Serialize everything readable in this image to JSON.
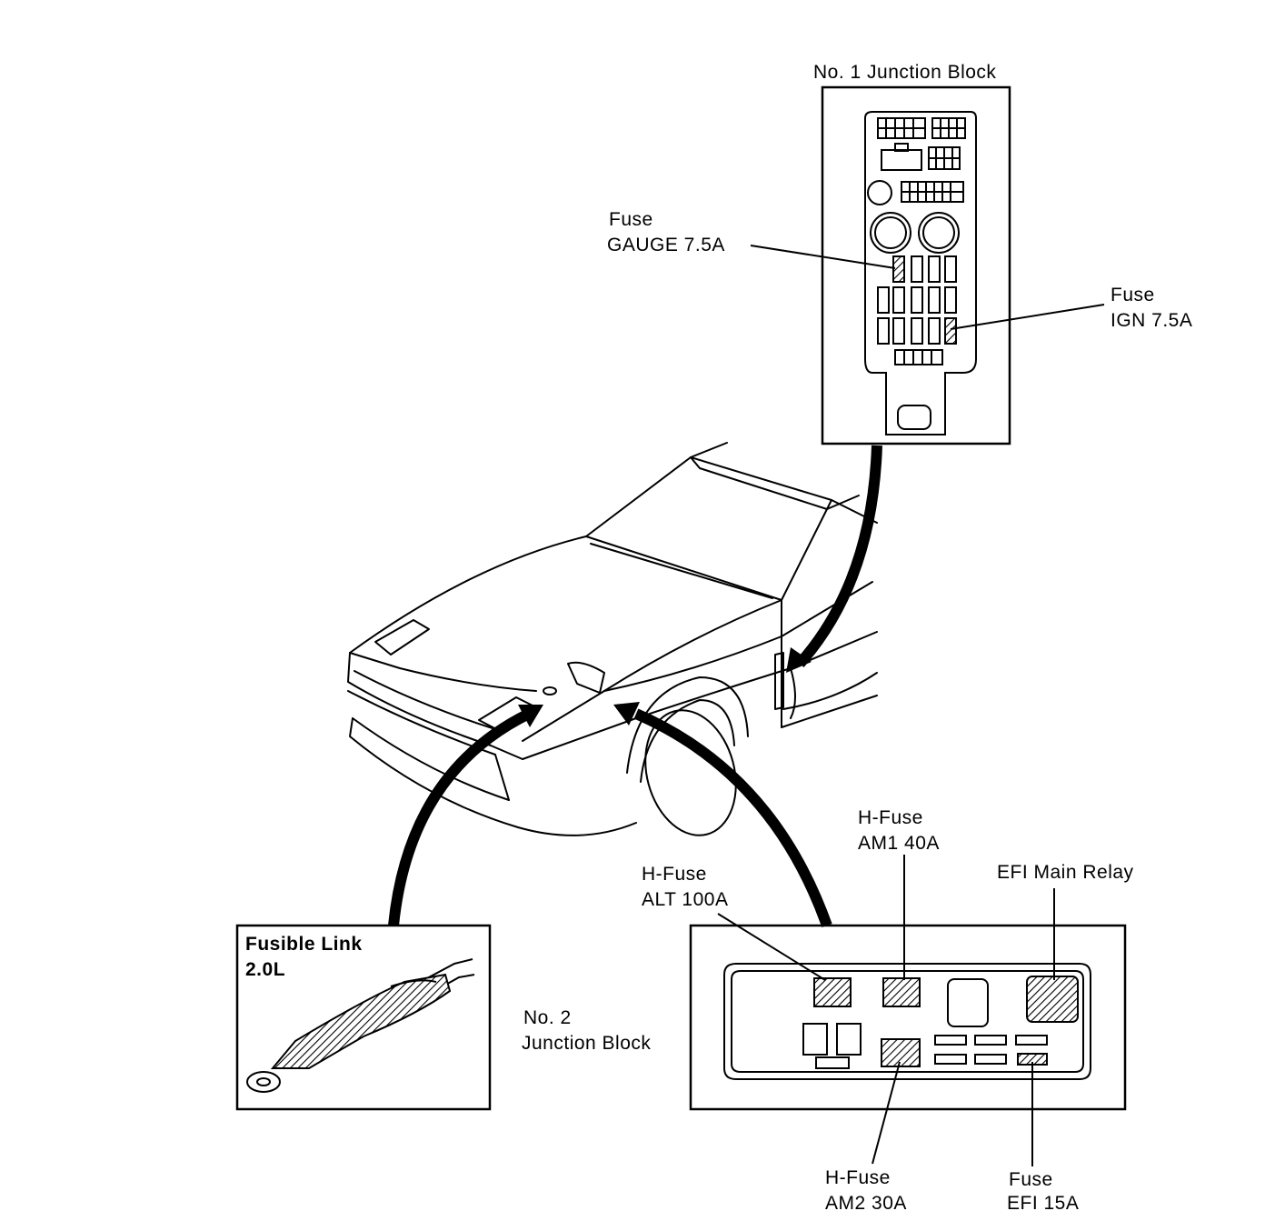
{
  "junction_block_1": {
    "title": "No. 1 Junction Block",
    "gauge_fuse": {
      "line1": "Fuse",
      "line2": "GAUGE 7.5A"
    },
    "ign_fuse": {
      "line1": "Fuse",
      "line2": "IGN 7.5A"
    }
  },
  "junction_block_2": {
    "title_line1": "No. 2",
    "title_line2": "Junction Block",
    "alt_fuse": {
      "line1": "H-Fuse",
      "line2": "ALT 100A"
    },
    "am1_fuse": {
      "line1": "H-Fuse",
      "line2": "AM1 40A"
    },
    "efi_relay": {
      "label": "EFI Main Relay"
    },
    "am2_fuse": {
      "line1": "H-Fuse",
      "line2": "AM2 30A"
    },
    "efi_fuse": {
      "line1": "Fuse",
      "line2": "EFI 15A"
    }
  },
  "fusible_link": {
    "line1": "Fusible Link",
    "line2": "2.0L"
  }
}
